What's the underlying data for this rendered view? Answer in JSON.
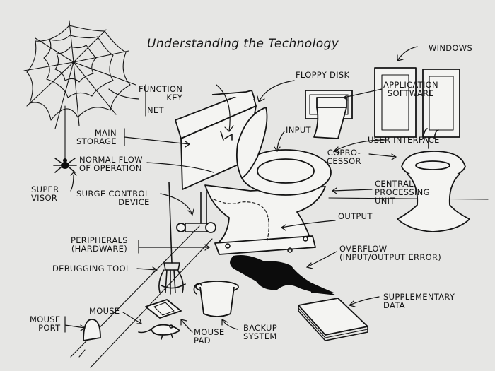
{
  "title": "Understanding the Technology",
  "labels": {
    "windows": [
      "WINDOWS"
    ],
    "floppy_disk": [
      "FLOPPY DISK"
    ],
    "application_software": [
      "APPLICATION",
      "SOFTWARE"
    ],
    "function_key": [
      "FUNCTION",
      "KEY"
    ],
    "net": [
      "NET"
    ],
    "main_storage": [
      "MAIN",
      "STORAGE"
    ],
    "input": [
      "INPUT"
    ],
    "user_interface": [
      "USER INTERFACE"
    ],
    "coprocessor": [
      "COPRO-",
      "CESSOR"
    ],
    "normal_flow": [
      "NORMAL FLOW",
      "OF OPERATION"
    ],
    "central_processing_unit": [
      "CENTRAL",
      "PROCESSING",
      "UNIT"
    ],
    "supervisor": [
      "SUPER",
      "VISOR"
    ],
    "surge_control_device": [
      "SURGE CONTROL",
      "DEVICE"
    ],
    "output": [
      "OUTPUT"
    ],
    "peripherals": [
      "PERIPHERALS",
      "(HARDWARE)"
    ],
    "overflow": [
      "OVERFLOW",
      "(INPUT/OUTPUT ERROR)"
    ],
    "debugging_tool": [
      "DEBUGGING TOOL"
    ],
    "supplementary_data": [
      "SUPPLEMENTARY",
      "DATA"
    ],
    "mouse": [
      "MOUSE"
    ],
    "mouse_port": [
      "MOUSE",
      "PORT"
    ],
    "mouse_pad": [
      "MOUSE",
      "PAD"
    ],
    "backup_system": [
      "BACKUP",
      "SYSTEM"
    ]
  }
}
